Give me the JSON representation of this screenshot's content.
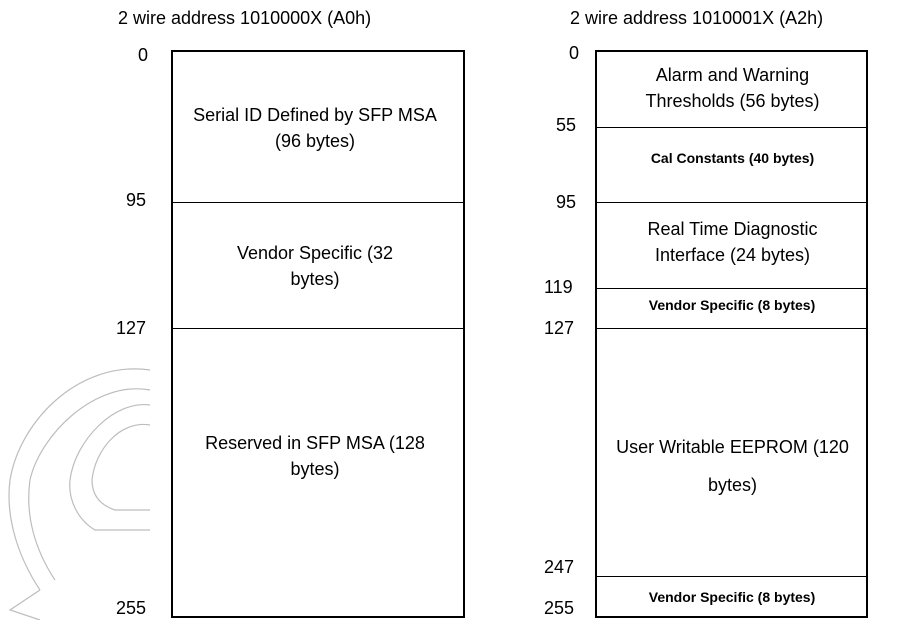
{
  "left": {
    "title": "2 wire address 1010000X (A0h)",
    "addresses": [
      "0",
      "95",
      "127",
      "255"
    ],
    "sections": [
      "Serial ID Defined by SFP MSA (96 bytes)",
      "Vendor Specific (32 bytes)",
      "Reserved in SFP MSA (128 bytes)"
    ]
  },
  "right": {
    "title": "2 wire address 1010001X (A2h)",
    "addresses": [
      "0",
      "55",
      "95",
      "119",
      "127",
      "247",
      "255"
    ],
    "sections": [
      "Alarm and Warning Thresholds (56 bytes)",
      "Cal Constants (40 bytes)",
      "Real Time Diagnostic Interface (24 bytes)",
      "Vendor Specific (8 bytes)",
      "User Writable EEPROM (120 bytes)",
      "Vendor Specific (8 bytes)"
    ]
  },
  "watermark_icon": "logo-watermark-icon"
}
